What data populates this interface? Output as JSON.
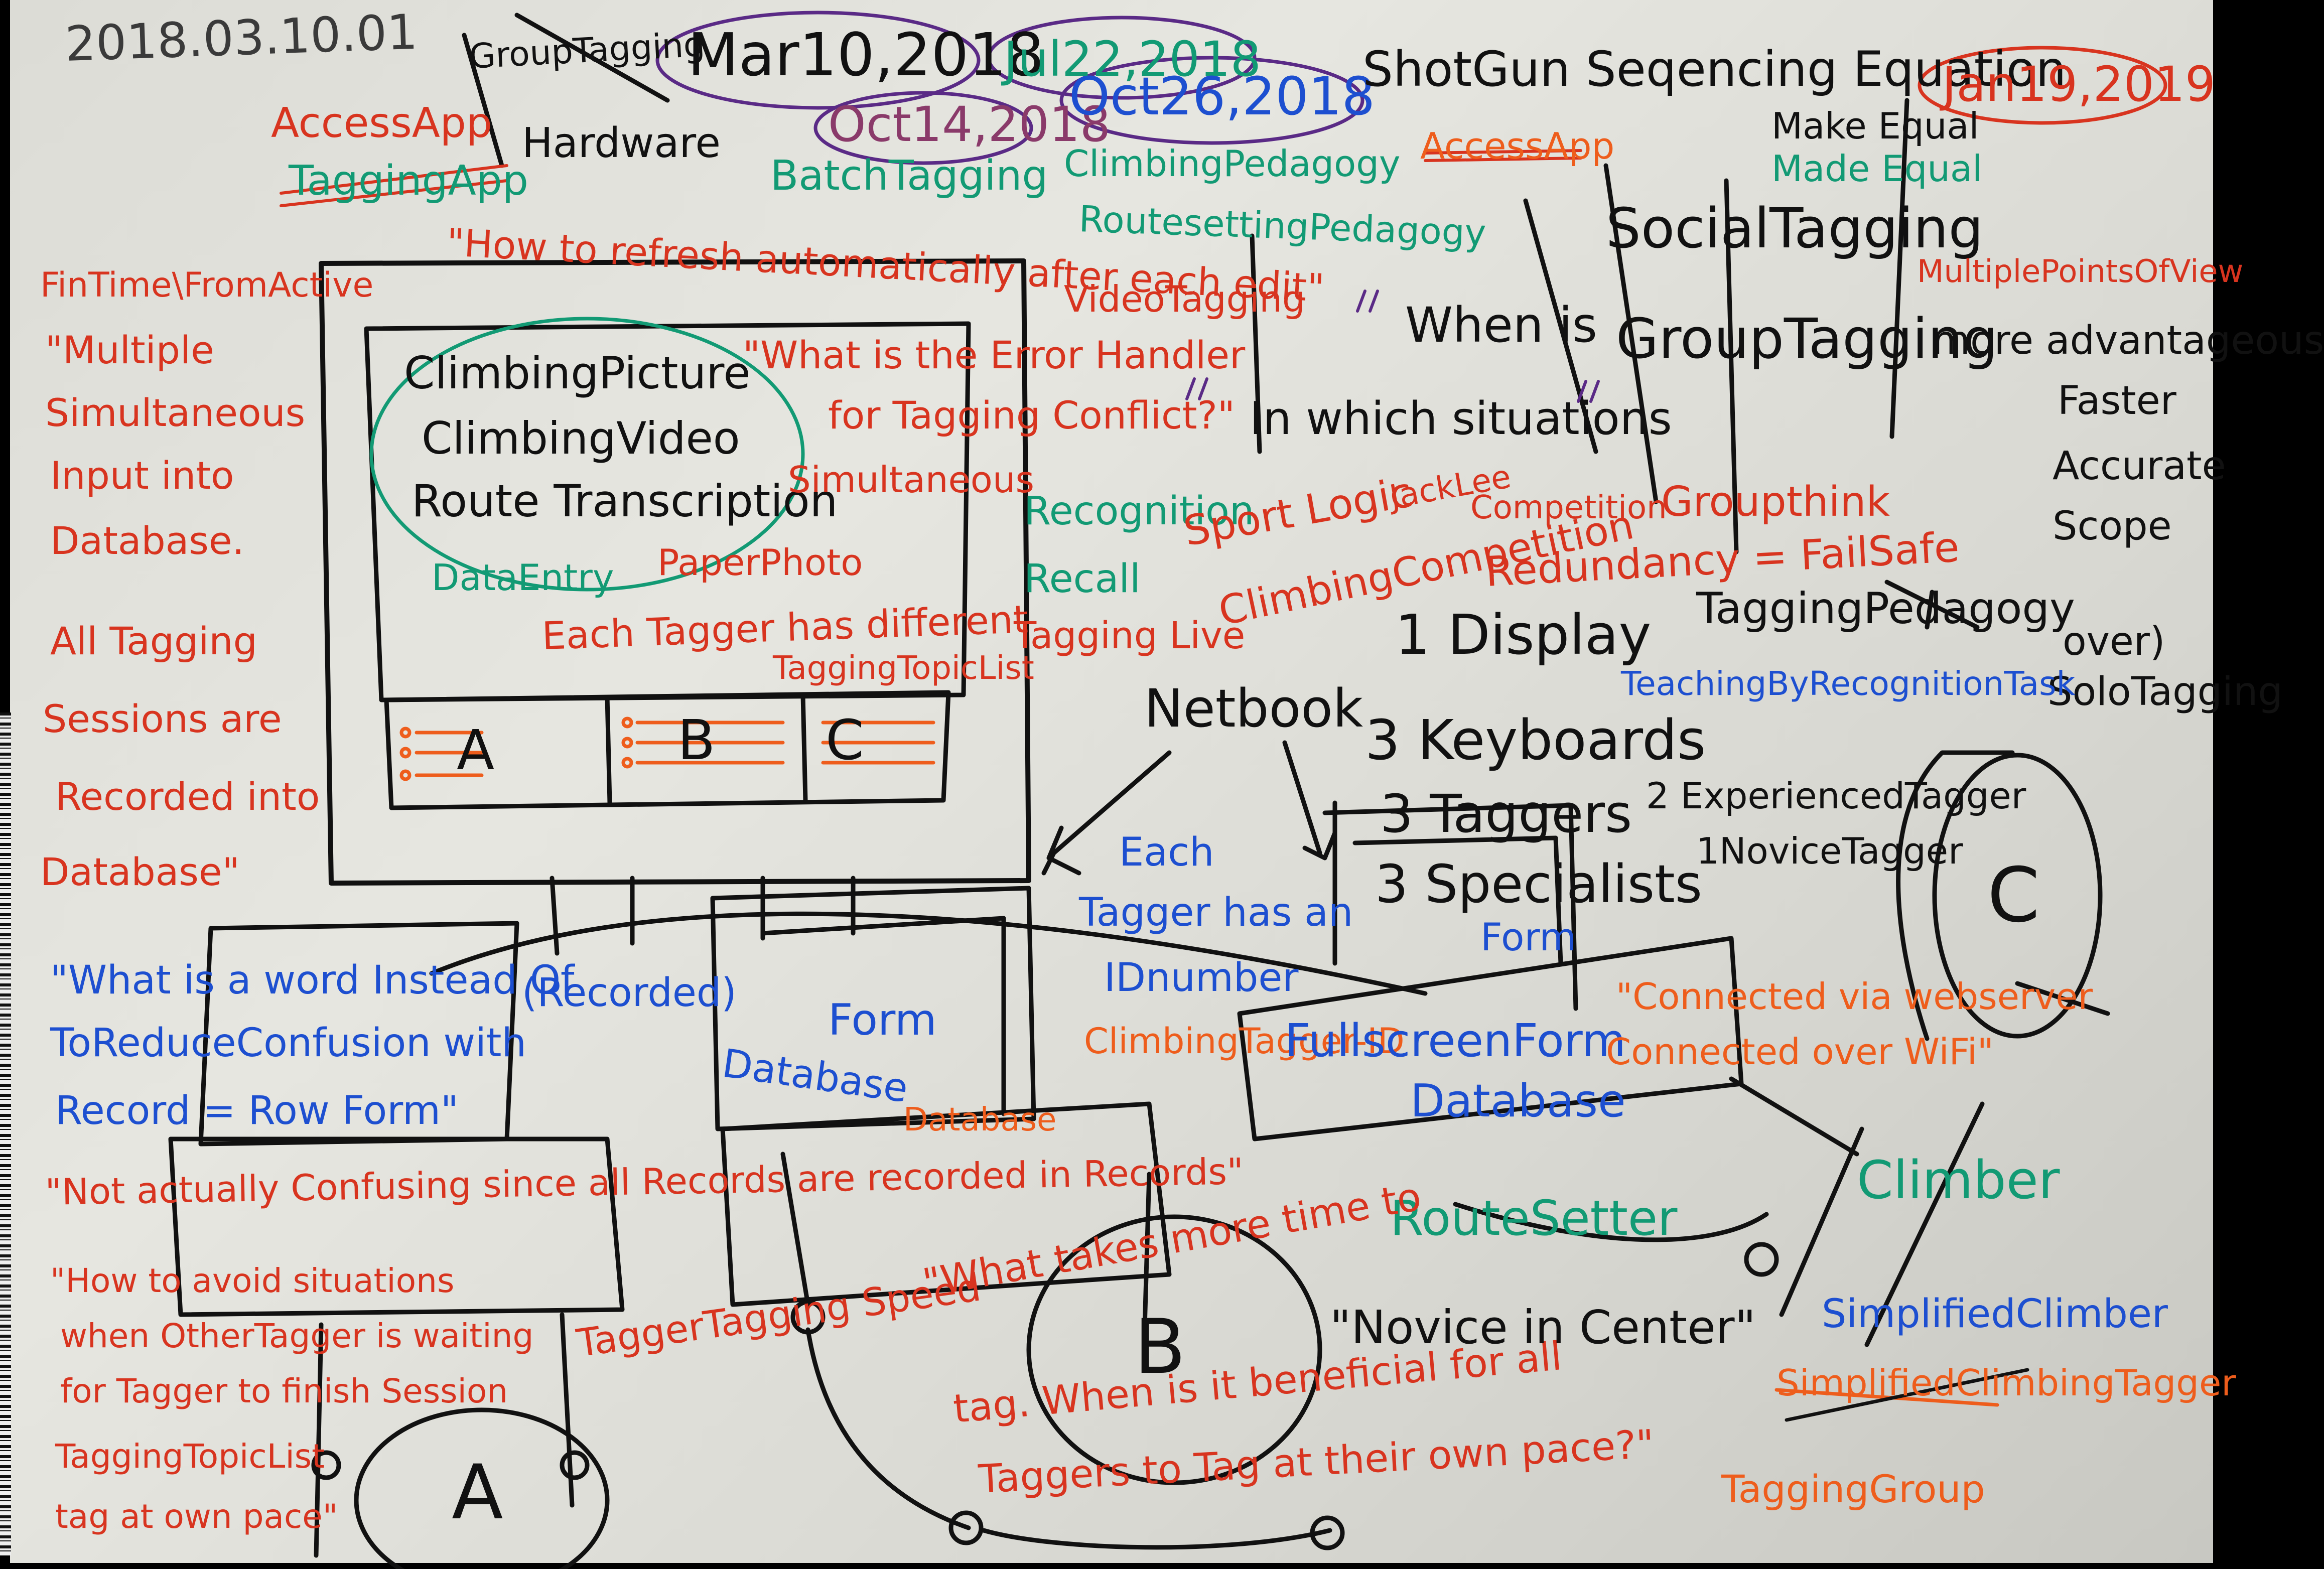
{
  "colors": {
    "black": "#111111",
    "red": "#d8341f",
    "orange": "#ee5d1c",
    "blue": "#1d4fd0",
    "green": "#129a74",
    "purple": "#5a2a86",
    "paper": "#dedcd6"
  },
  "header": {
    "date_code": "2018.03.10.01",
    "mar10": "Mar10,2018",
    "jul22": "Jul22,2018",
    "oct14": "Oct14,2018",
    "oct26": "Oct26,2018",
    "title": "ShotGun Seqencing Equation",
    "jan19": "Jan19,2019",
    "make_equal_1": "Make Equal",
    "make_equal_2": "Made Equal",
    "group_tagging": "GroupTagging",
    "hardware": "Hardware",
    "access_app": "AccessApp",
    "tagging_app": "TaggingApp",
    "access_app_2": "AccessApp",
    "batch_tagging": "BatchTagging",
    "climbing_pedagogy": "ClimbingPedagogy",
    "routesetting_pedagogy": "RoutesettingPedagogy",
    "video_tagging": "VideoTagging"
  },
  "notes": {
    "refresh": "\"How to refresh automatically after each edit\"",
    "fin_time": "FinTime\\FromActive",
    "multiple_1": "\"Multiple",
    "multiple_2": "Simultaneous",
    "multiple_3": "Input into",
    "multiple_4": "Database.",
    "all_tagging_1": "All Tagging",
    "all_tagging_2": "Sessions are",
    "all_tagging_3": "Recorded into",
    "all_tagging_4": "Database\"",
    "error_handler_1": "\"What is the Error Handler",
    "error_handler_2": "for Tagging Conflict?\"",
    "simultaneous": "Simultaneous",
    "recognition": "Recognition",
    "recall": "Recall",
    "sport_logic": "Sport Logic",
    "jack_lee": "JackLee",
    "competition": "Competition",
    "tagging_live": "Tagging Live",
    "climbing_comp": "ClimbingCompetition",
    "redundancy": "Redundancy = FailSafe",
    "groupthink": "Groupthink",
    "tagging_pedagogy": "TaggingPedagogy",
    "teaching_by_recognition": "TeachingByRecognitionTask",
    "over": "over)",
    "solo_tagging": "SoloTagging",
    "when_is": "When is",
    "in_which": "In which situations",
    "social_tagging": "SocialTagging",
    "group_tagging_big": "GroupTagging",
    "multiple_points": "MultiplePointsOfView",
    "more_advantageous": "more advantageous",
    "faster": "Faster",
    "accurate": "Accurate",
    "scope": "Scope",
    "each_tagger_diff_1": "Each Tagger has different",
    "each_tagger_diff_2": "TaggingTopicList",
    "data_entry": "DataEntry",
    "paper_photo": "PaperPhoto",
    "netbook": "Netbook",
    "display": "1 Display",
    "keyboards": "3 Keyboards",
    "taggers": "3 Taggers",
    "specialists": "3 Specialists",
    "form_right": "Form",
    "experienced": "2 ExperiencedTagger",
    "novice_tagger": "1NoviceTagger",
    "each_tagger_id_1": "Each",
    "each_tagger_id_2": "Tagger has an",
    "each_tagger_id_3": "IDnumber",
    "climbing_tagger_id": "ClimbingTagger-ID",
    "what_word": "\"What is a word Instead Of",
    "recorded": "(Recorded)",
    "to_reduce": "ToReduceConfusion with",
    "record_row": "Record = Row Form\"",
    "database_mid": "Database",
    "form_mid": "Form",
    "database_orange": "Database",
    "records": "\"Records\"",
    "fullscreen_form": "FullscreenForm",
    "database_right": "Database",
    "connected_1": "\"Connected via webserver",
    "connected_2": "Connected over WiFi\"",
    "not_actually": "\"Not actually Confusing since all Records are recorded in Records\"",
    "how_avoid_1": "\"How to avoid situations",
    "how_avoid_2": "when OtherTagger is waiting",
    "how_avoid_3": "for Tagger to finish Session",
    "how_avoid_4": "TaggingTopicList",
    "how_avoid_5": "tag at own pace\"",
    "route_setter": "RouteSetter",
    "climber": "Climber",
    "tagger_speed": "TaggerTagging Speed",
    "what_takes_1": "\"What takes more time to",
    "what_takes_2": "tag. When is it beneficial for all",
    "what_takes_3": "Taggers to Tag at their own pace?\"",
    "novice_center": "\"Novice in Center\"",
    "simplified_climber": "SimplifiedClimber",
    "simplified_tagger": "SimplifiedClimbingTagger",
    "tagging_group": "TaggingGroup"
  },
  "screen": {
    "climbing_picture": "ClimbingPicture",
    "climbing_video": "ClimbingVideo",
    "route_transcription": "Route Transcription",
    "panel_a": "A",
    "panel_b": "B",
    "panel_c": "C"
  },
  "people": {
    "a": "A",
    "b": "B",
    "c": "C"
  }
}
